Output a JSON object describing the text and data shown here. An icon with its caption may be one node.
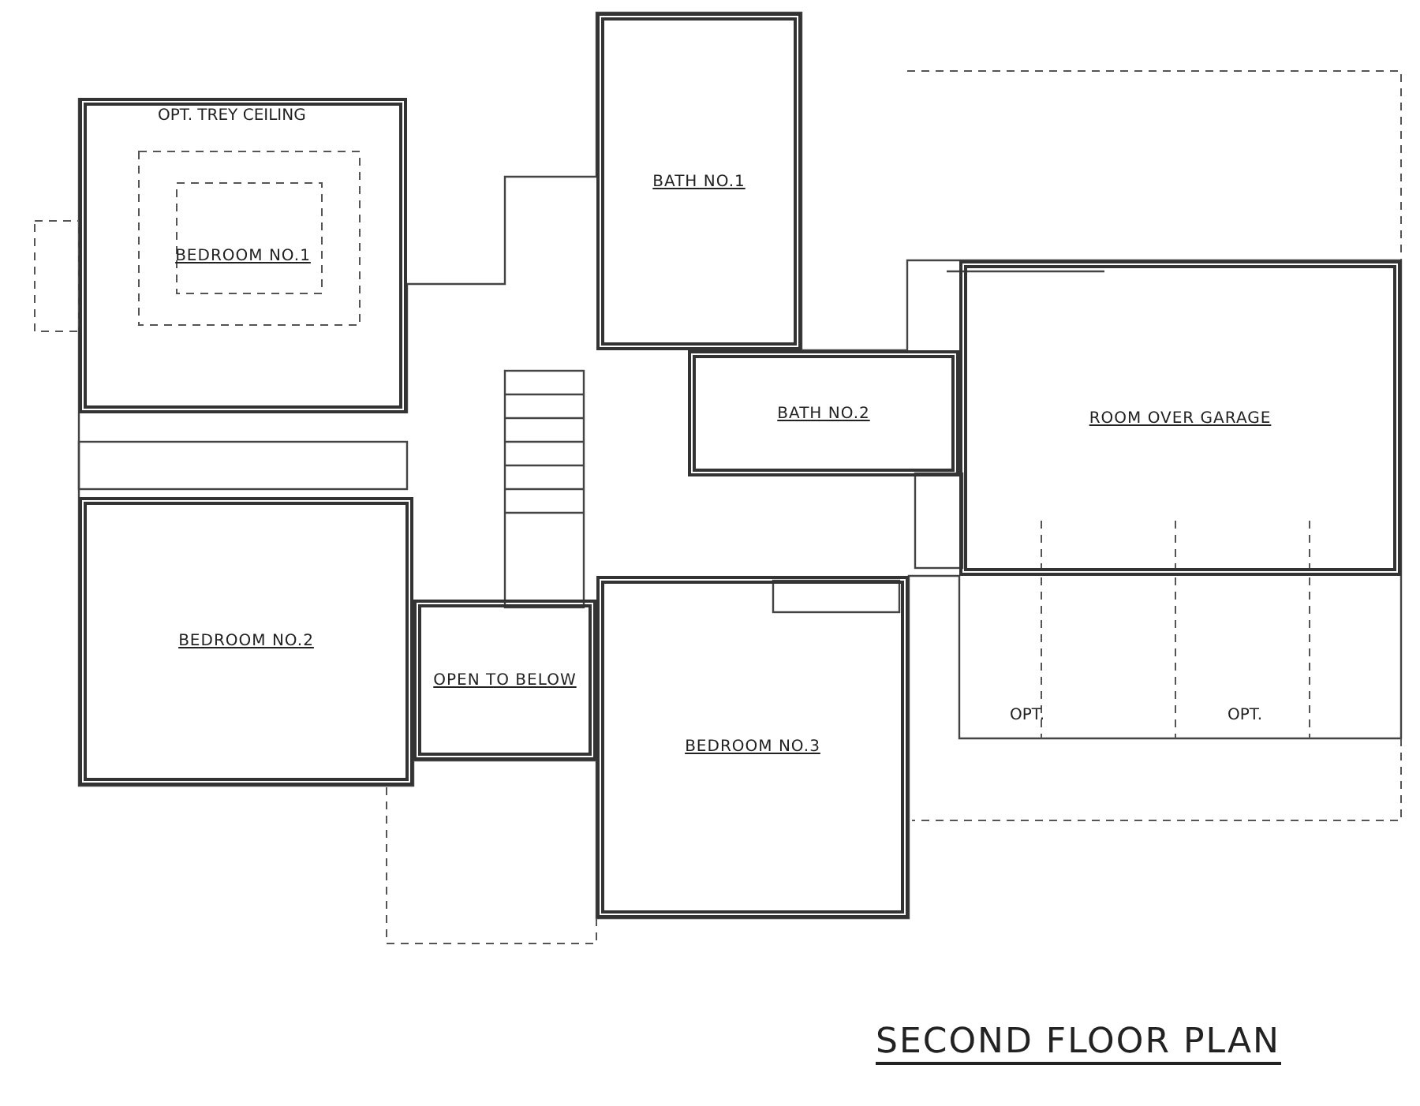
{
  "diagram": {
    "title": "SECOND FLOOR PLAN",
    "nodes": [
      {
        "text": [
          "BEDROOM NO.1"
        ]
      },
      {
        "text": [
          "BATH NO.1"
        ]
      },
      {
        "text": [
          "BATH NO.2"
        ]
      },
      {
        "text": [
          "ROOM OVER GARAGE"
        ]
      },
      {
        "text": [
          "BEDROOM NO.2"
        ]
      },
      {
        "text": [
          "OPEN TO BELOW"
        ]
      },
      {
        "text": [
          "BEDROOM NO.3"
        ]
      }
    ],
    "edges": [],
    "labels": [
      "OPT. TREY CEILING",
      "OPT.",
      "OPT."
    ]
  }
}
